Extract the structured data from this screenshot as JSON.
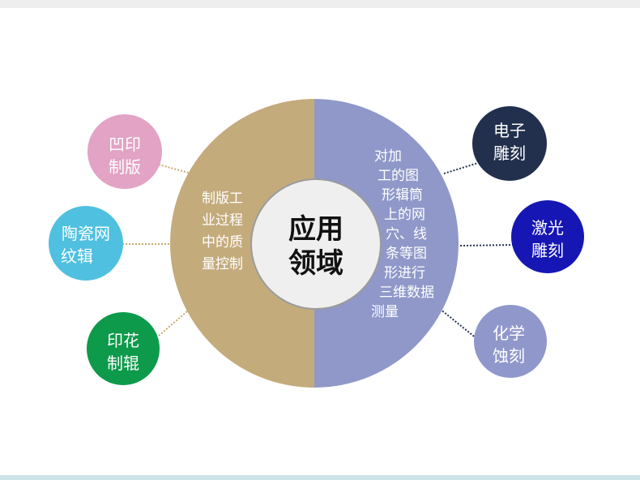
{
  "center": {
    "line1": "应用",
    "line2": "领域"
  },
  "left_half": {
    "color": "#c4ab7c",
    "lines": [
      "制版工",
      "业过程",
      "中的质",
      "量控制"
    ]
  },
  "right_half": {
    "color": "#8f98c9",
    "lines": [
      "对加",
      "工的图",
      "形辑筒",
      "上的网",
      "穴、线",
      "条等图",
      "形进行",
      "三维数据",
      "测量"
    ]
  },
  "bubbles": {
    "left_top": {
      "line1": "凹印",
      "line2": "制版",
      "color": "#e2a3c4"
    },
    "left_mid": {
      "line1": "陶瓷网",
      "line2": "纹辑",
      "color": "#4fc0e0"
    },
    "left_bottom": {
      "line1": "印花",
      "line2": "制辊",
      "color": "#0e9a4b"
    },
    "right_top": {
      "line1": "电子",
      "line2": "雕刻",
      "color": "#22304d"
    },
    "right_mid": {
      "line1": "激光",
      "line2": "雕刻",
      "color": "#1616b4"
    },
    "right_bottom": {
      "line1": "化学",
      "line2": "蚀刻",
      "color": "#9097cb"
    }
  }
}
